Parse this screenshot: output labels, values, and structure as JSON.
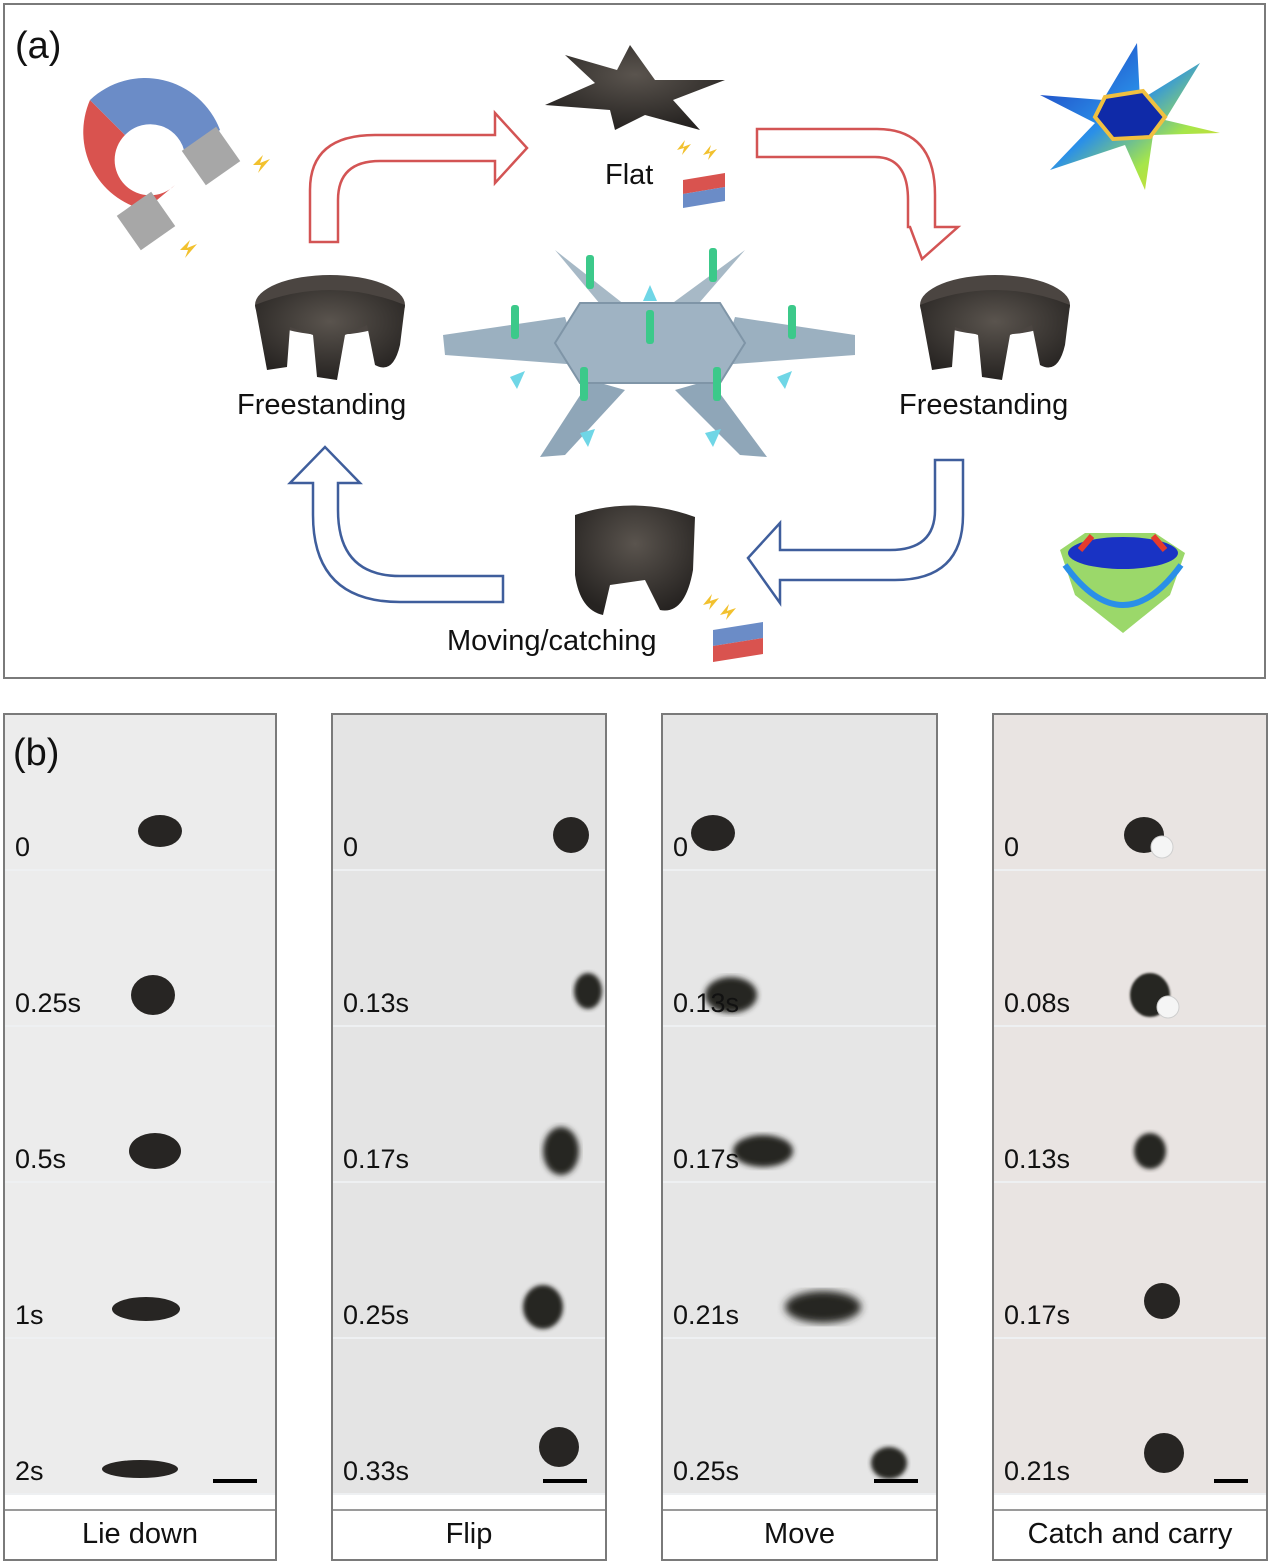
{
  "panel_a": {
    "label": "(a)",
    "states": {
      "flat": "Flat",
      "freestanding_left": "Freestanding",
      "freestanding_right": "Freestanding",
      "moving": "Moving/catching"
    }
  },
  "panel_b": {
    "label": "(b)",
    "columns": [
      {
        "caption": "Lie down",
        "times": [
          "0",
          "0.25s",
          "0.5s",
          "1s",
          "2s"
        ]
      },
      {
        "caption": "Flip",
        "times": [
          "0",
          "0.13s",
          "0.17s",
          "0.25s",
          "0.33s"
        ]
      },
      {
        "caption": "Move",
        "times": [
          "0",
          "0.13s",
          "0.17s",
          "0.21s",
          "0.25s"
        ]
      },
      {
        "caption": "Catch and carry",
        "times": [
          "0",
          "0.08s",
          "0.13s",
          "0.17s",
          "0.21s"
        ]
      }
    ]
  },
  "colors": {
    "magnet_red": "#d9534f",
    "magnet_blue": "#6b8cc7",
    "arrow_red": "#d35454",
    "arrow_blue": "#3f5e9c",
    "robot": "#3a3632",
    "star_plate": "#8fa6b8"
  }
}
